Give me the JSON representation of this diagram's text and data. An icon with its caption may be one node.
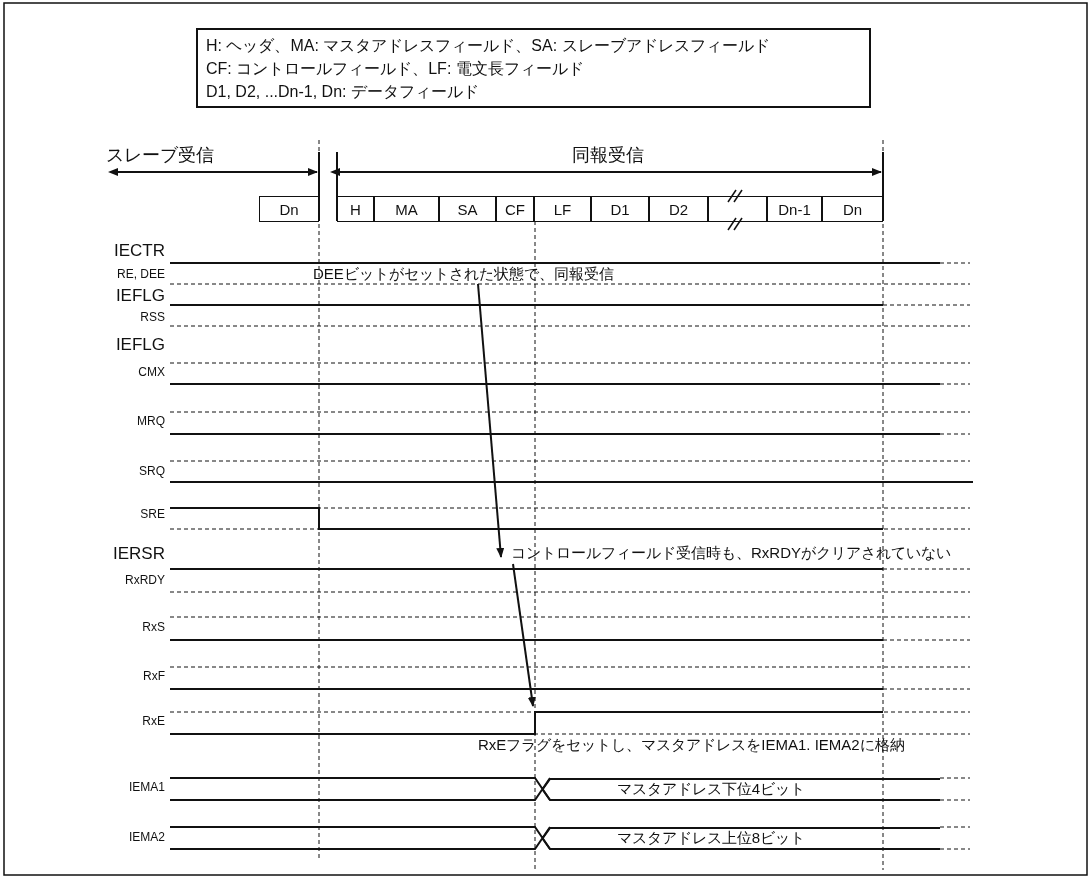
{
  "diagram": {
    "nodes": [
      {
        "text": [
          "H: ヘッダ、MA: マスタアドレスフィールド、SA: スレーブアドレスフィールド",
          "CF: コントロールフィールド、LF: 電文長フィールド",
          "D1, D2, ...Dn-1, Dn: データフィールド"
        ]
      },
      {
        "text": [
          "Dn"
        ]
      },
      {
        "text": [
          "H"
        ]
      },
      {
        "text": [
          "MA"
        ]
      },
      {
        "text": [
          "SA"
        ]
      },
      {
        "text": [
          "CF"
        ]
      },
      {
        "text": [
          "LF"
        ]
      },
      {
        "text": [
          "D1"
        ]
      },
      {
        "text": [
          "D2"
        ]
      },
      {
        "text": [],
        "shape": "box"
      },
      {
        "text": [
          "Dn-1"
        ]
      },
      {
        "text": [
          "Dn"
        ]
      },
      {
        "text": [
          "DEEビットがセットされた状態で、同報受信"
        ]
      },
      {
        "text": [
          "コントロールフィールド受信時も、RxRDYがクリアされていない"
        ]
      },
      {
        "text": [
          "マスタアドレス下位4ビット"
        ]
      },
      {
        "text": [
          "マスタアドレス上位8ビット"
        ]
      }
    ],
    "edges": [
      {
        "from": 12,
        "to": 13,
        "arrow": "to"
      },
      {
        "from": 13,
        "to": null,
        "arrow": "to"
      }
    ],
    "labels": [
      "スレーブ受信",
      "同報受信",
      "IECTR",
      "RE, DEE",
      "IEFLG",
      "RSS",
      "IEFLG",
      "CMX",
      "MRQ",
      "SRQ",
      "SRE",
      "IERSR",
      "RxRDY",
      "RxS",
      "RxF",
      "RxE",
      "RxEフラグをセットし、マスタアドレスをIEMA1. IEMA2に格納",
      "IEMA1",
      "IEMA2"
    ]
  }
}
